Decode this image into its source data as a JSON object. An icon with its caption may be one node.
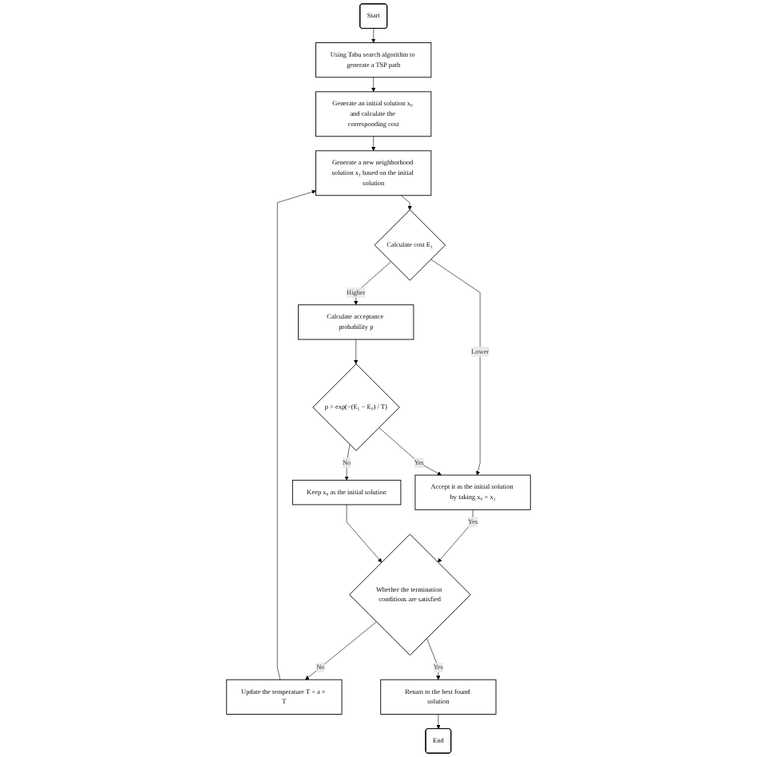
{
  "diagram": {
    "nodes": [
      {
        "text": [
          "Start"
        ]
      },
      {
        "text": [
          "Using Tabu search algorithm to generate a TSP path"
        ]
      },
      {
        "text": [
          "Generate an initial solution x₀ and calculate the corresponding cost"
        ]
      },
      {
        "text": [
          "Generate a new neighborhood solution x₁ based on the initial solution"
        ]
      },
      {
        "text": [
          "Calculate cost E₁"
        ]
      },
      {
        "text": [
          "Calculate acceptance probability p"
        ]
      },
      {
        "text": [
          "Accept it as the initial solution by taking x₀ = x₁"
        ]
      },
      {
        "text": [
          "p > exp(−(E₁ − E₀) / T)"
        ]
      },
      {
        "text": [
          "Update the temperature T = a × T"
        ]
      },
      {
        "text": [
          "Whether the termination conditions are satisfied"
        ]
      },
      {
        "text": [
          "Keep x₀ as the initial solution"
        ]
      },
      {
        "text": [
          "Return to the best found solution"
        ]
      },
      {
        "text": [
          "End"
        ]
      }
    ],
    "edges": [
      {
        "from": 0,
        "to": 1,
        "arrow": "to"
      },
      {
        "from": 1,
        "to": 2,
        "arrow": "to"
      },
      {
        "from": 2,
        "to": 3,
        "arrow": "to"
      },
      {
        "from": 3,
        "to": 4,
        "arrow": "to"
      },
      {
        "from": 4,
        "to": 5,
        "arrow": "to",
        "label": "Higher"
      },
      {
        "from": 4,
        "to": 6,
        "arrow": "to",
        "label": "Lower"
      },
      {
        "from": 5,
        "to": 7,
        "arrow": "to"
      },
      {
        "from": 7,
        "to": 6,
        "arrow": "to",
        "label": "Yes"
      },
      {
        "from": 7,
        "to": 10,
        "arrow": "to",
        "label": "No"
      },
      {
        "from": 6,
        "to": 9,
        "arrow": "to",
        "label": "Yes"
      },
      {
        "from": 10,
        "to": 9,
        "arrow": "to"
      },
      {
        "from": 9,
        "to": 8,
        "arrow": "to",
        "label": "No"
      },
      {
        "from": 8,
        "to": 3,
        "arrow": "to"
      },
      {
        "from": 9,
        "to": 11,
        "arrow": "to",
        "label": "Yes"
      },
      {
        "from": 11,
        "to": 12,
        "arrow": "to"
      }
    ]
  }
}
